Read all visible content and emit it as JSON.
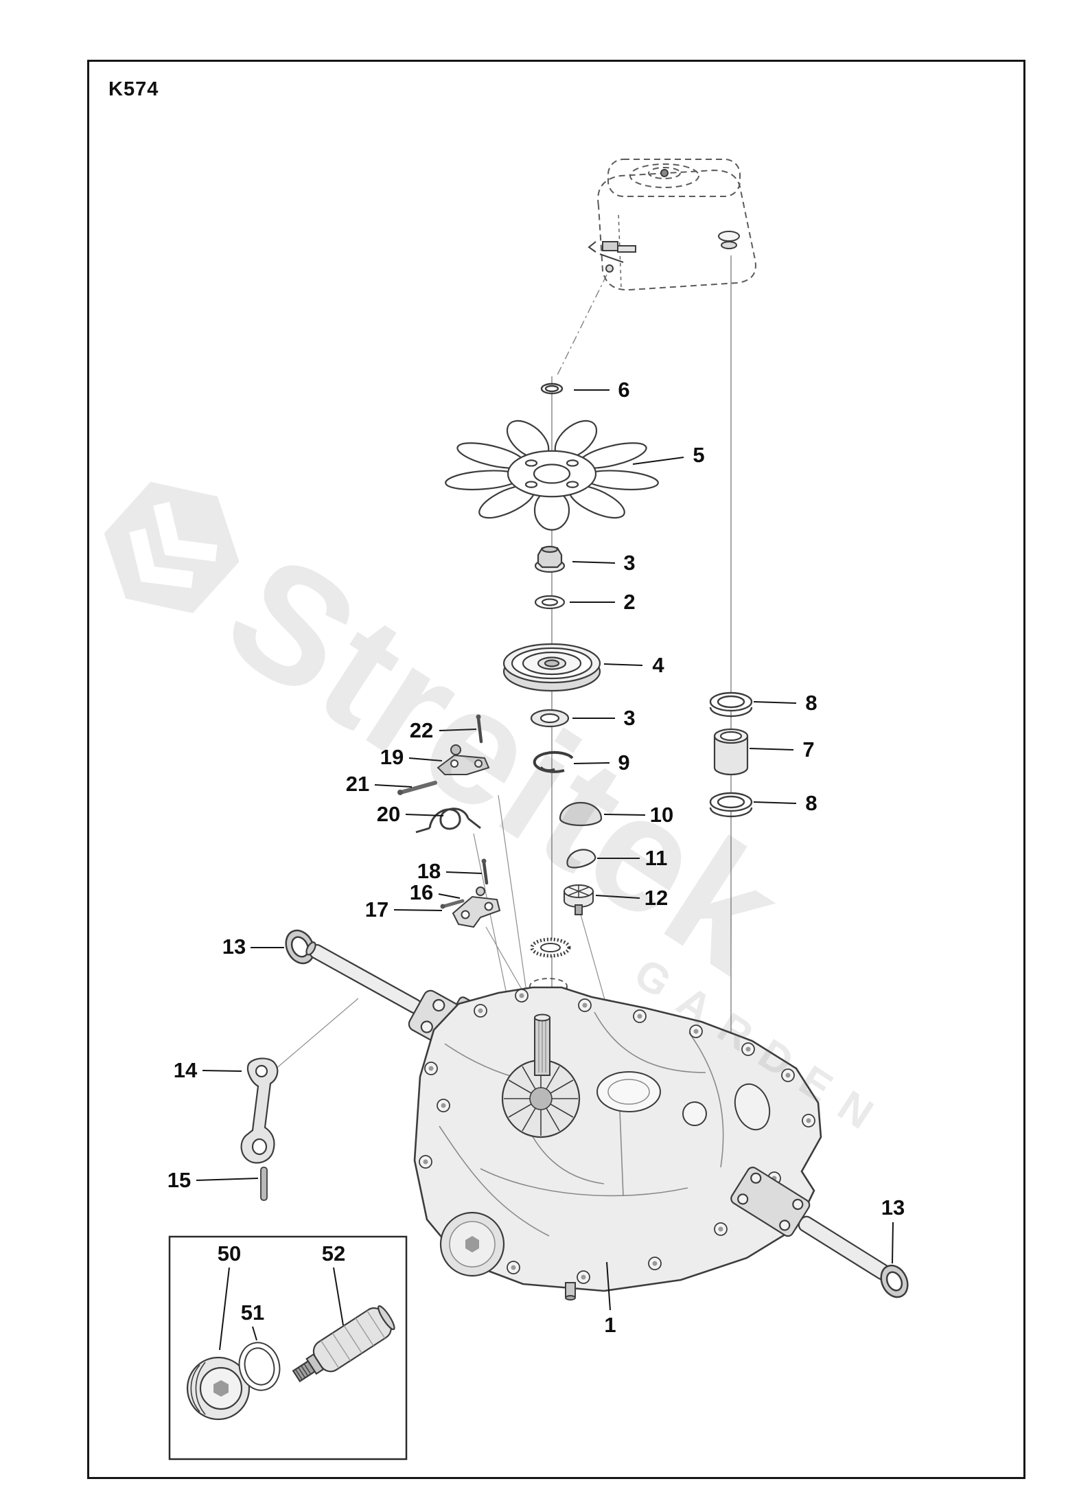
{
  "page": {
    "title": "K574",
    "ink_color": "#3c3c3c",
    "background": "#ffffff"
  },
  "watermark": {
    "brand": "Streitek",
    "subtitle": "GARDEN"
  },
  "diagram": {
    "description": "Exploded parts view of transaxle K574",
    "callouts": [
      {
        "label": "6",
        "text": [
          909,
          568
        ],
        "line": [
          888,
          568,
          836,
          568
        ]
      },
      {
        "label": "5",
        "text": [
          1018,
          663
        ],
        "line": [
          996,
          666,
          922,
          676
        ]
      },
      {
        "label": "3",
        "text": [
          917,
          820
        ],
        "line": [
          896,
          820,
          834,
          818
        ]
      },
      {
        "label": "2",
        "text": [
          917,
          877
        ],
        "line": [
          896,
          877,
          830,
          877
        ]
      },
      {
        "label": "4",
        "text": [
          959,
          969
        ],
        "line": [
          936,
          969,
          880,
          967
        ]
      },
      {
        "label": "3",
        "text": [
          917,
          1046
        ],
        "line": [
          896,
          1046,
          834,
          1046
        ]
      },
      {
        "label": "22",
        "text": [
          614,
          1064
        ],
        "line": [
          640,
          1064,
          694,
          1062
        ]
      },
      {
        "label": "19",
        "text": [
          571,
          1103
        ],
        "line": [
          596,
          1104,
          644,
          1108
        ]
      },
      {
        "label": "9",
        "text": [
          909,
          1111
        ],
        "line": [
          888,
          1111,
          836,
          1112
        ]
      },
      {
        "label": "21",
        "text": [
          521,
          1142
        ],
        "line": [
          546,
          1143,
          600,
          1146
        ]
      },
      {
        "label": "20",
        "text": [
          566,
          1186
        ],
        "line": [
          591,
          1186,
          646,
          1188
        ]
      },
      {
        "label": "10",
        "text": [
          964,
          1187
        ],
        "line": [
          940,
          1187,
          880,
          1186
        ]
      },
      {
        "label": "8",
        "text": [
          1182,
          1024
        ],
        "line": [
          1160,
          1024,
          1098,
          1022
        ]
      },
      {
        "label": "7",
        "text": [
          1178,
          1092
        ],
        "line": [
          1156,
          1092,
          1092,
          1090
        ]
      },
      {
        "label": "8",
        "text": [
          1182,
          1170
        ],
        "line": [
          1160,
          1170,
          1098,
          1168
        ]
      },
      {
        "label": "11",
        "text": [
          956,
          1250
        ],
        "line": [
          932,
          1250,
          870,
          1250
        ]
      },
      {
        "label": "12",
        "text": [
          956,
          1308
        ],
        "line": [
          932,
          1308,
          868,
          1304
        ]
      },
      {
        "label": "18",
        "text": [
          625,
          1269
        ],
        "line": [
          650,
          1270,
          702,
          1272
        ]
      },
      {
        "label": "16",
        "text": [
          614,
          1300
        ],
        "line": [
          639,
          1302,
          670,
          1308
        ]
      },
      {
        "label": "17",
        "text": [
          549,
          1325
        ],
        "line": [
          574,
          1325,
          644,
          1326
        ]
      },
      {
        "label": "13",
        "text": [
          341,
          1379
        ],
        "line": [
          365,
          1380,
          414,
          1380
        ]
      },
      {
        "label": "14",
        "text": [
          270,
          1559
        ],
        "line": [
          295,
          1559,
          352,
          1560
        ]
      },
      {
        "label": "15",
        "text": [
          261,
          1719
        ],
        "line": [
          286,
          1719,
          376,
          1716
        ]
      },
      {
        "label": "1",
        "text": [
          889,
          1930
        ],
        "line": [
          889,
          1908,
          884,
          1838
        ]
      },
      {
        "label": "13",
        "text": [
          1301,
          1759
        ],
        "line": [
          1301,
          1780,
          1300,
          1840
        ]
      },
      {
        "label": "50",
        "text": [
          334,
          1826
        ],
        "line": [
          334,
          1846,
          320,
          1966
        ]
      },
      {
        "label": "52",
        "text": [
          486,
          1826
        ],
        "line": [
          486,
          1846,
          500,
          1930
        ]
      },
      {
        "label": "51",
        "text": [
          368,
          1912
        ],
        "line": [
          368,
          1932,
          374,
          1952
        ]
      }
    ]
  }
}
